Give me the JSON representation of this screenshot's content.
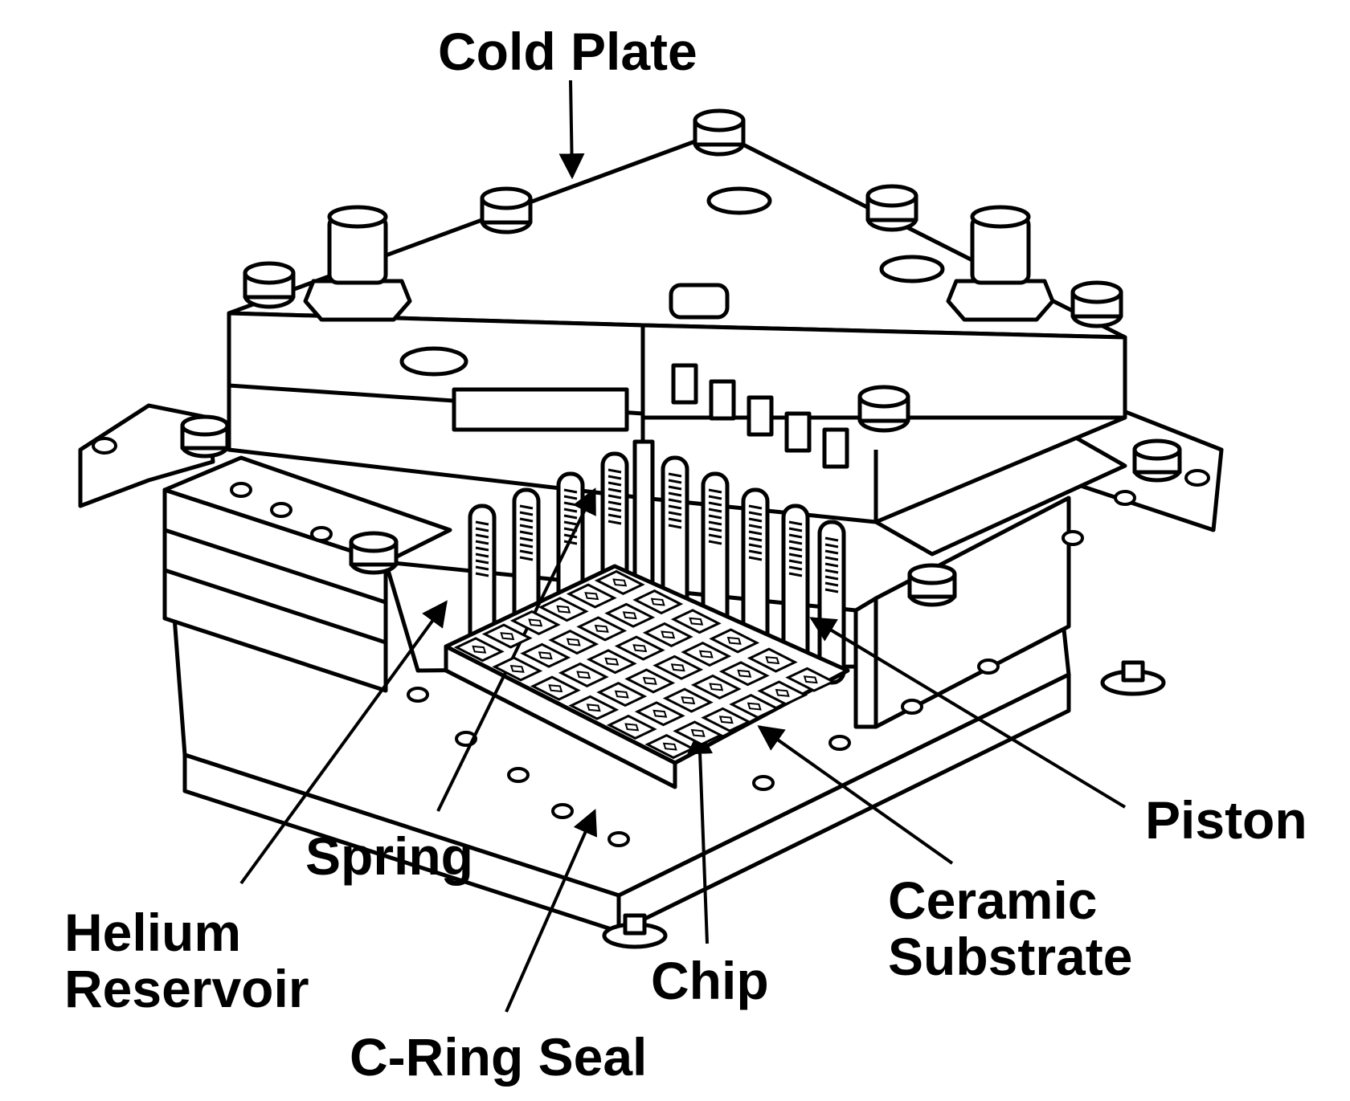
{
  "labels": {
    "cold_plate": "Cold Plate",
    "piston": "Piston",
    "spring": "Spring",
    "ceramic_substrate_1": "Ceramic",
    "ceramic_substrate_2": "Substrate",
    "helium_reservoir_1": "Helium",
    "helium_reservoir_2": "Reservoir",
    "chip": "Chip",
    "c_ring_seal": "C-Ring Seal"
  },
  "colors": {
    "ink": "#000000",
    "paper": "#ffffff"
  }
}
